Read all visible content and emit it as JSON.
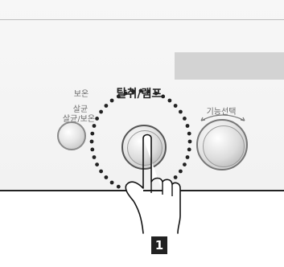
{
  "left_button": {
    "label_top": "보온",
    "label_line1": "살균",
    "label_line2": "살균/보온"
  },
  "main_button": {
    "label": "탈취/램프"
  },
  "dial": {
    "label": "기능선택"
  },
  "step_badge": {
    "number": "1"
  },
  "icons": {
    "hand": "pointing-hand-icon",
    "dots": "dotted-highlight-ring"
  }
}
